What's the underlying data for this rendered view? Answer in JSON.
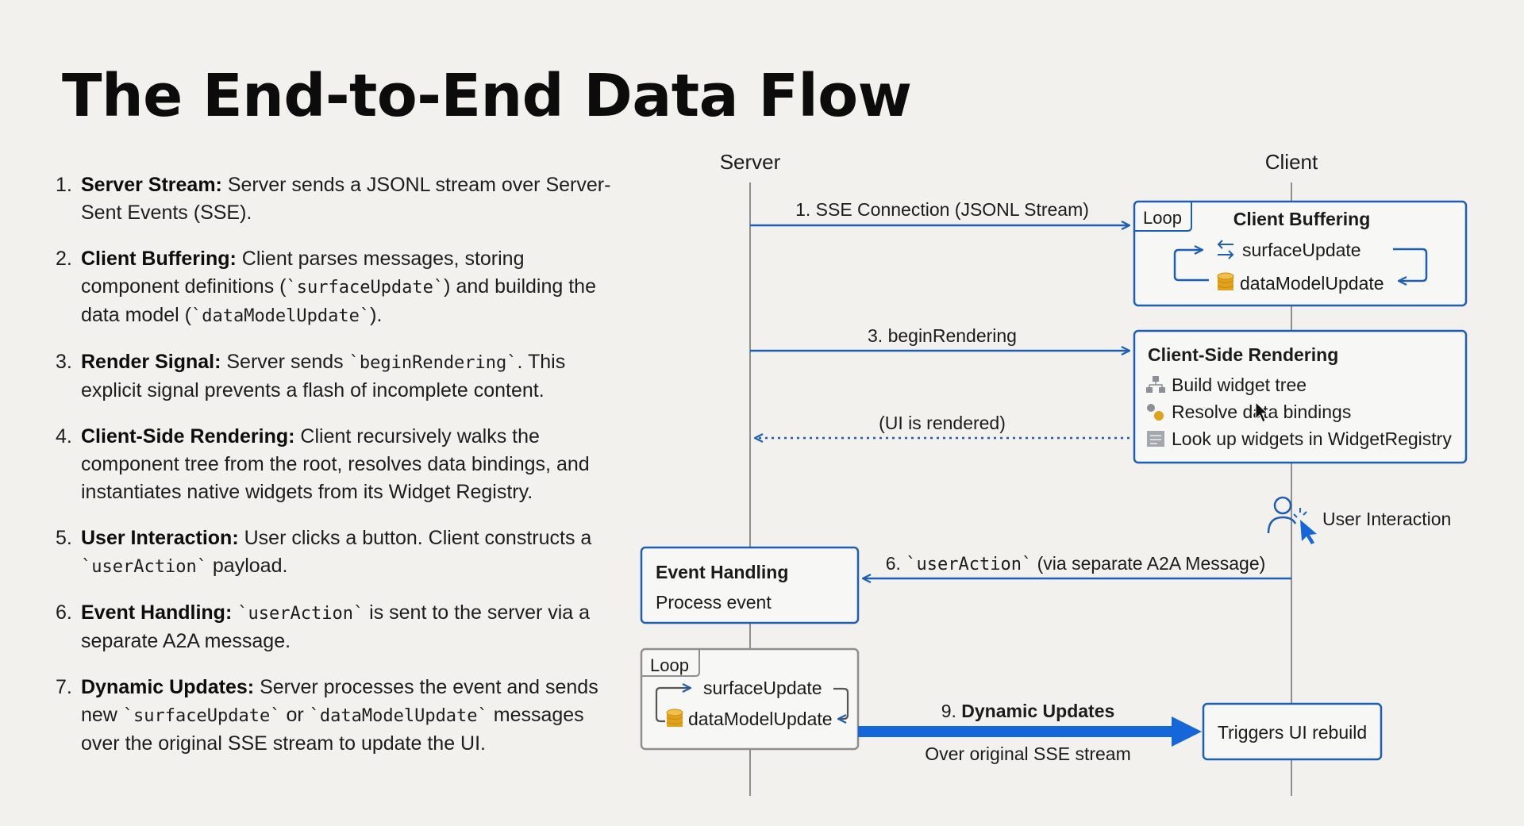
{
  "title": "The End-to-End Data Flow",
  "steps": [
    {
      "num": "1.",
      "parts": [
        {
          "t": "b",
          "v": "Server Stream:"
        },
        {
          "t": "x",
          "v": " Server sends a JSONL stream over Server-Sent Events (SSE)."
        }
      ]
    },
    {
      "num": "2.",
      "parts": [
        {
          "t": "b",
          "v": "Client Buffering:"
        },
        {
          "t": "x",
          "v": " Client parses messages, storing component definitions ("
        },
        {
          "t": "c",
          "v": "`surfaceUpdate`"
        },
        {
          "t": "x",
          "v": ") and building the data model ("
        },
        {
          "t": "c",
          "v": "`dataModelUpdate`"
        },
        {
          "t": "x",
          "v": ")."
        }
      ]
    },
    {
      "num": "3.",
      "parts": [
        {
          "t": "b",
          "v": "Render Signal:"
        },
        {
          "t": "x",
          "v": " Server sends "
        },
        {
          "t": "c",
          "v": "`beginRendering`"
        },
        {
          "t": "x",
          "v": ". This explicit signal prevents a flash of incomplete content."
        }
      ]
    },
    {
      "num": "4.",
      "parts": [
        {
          "t": "b",
          "v": "Client-Side Rendering:"
        },
        {
          "t": "x",
          "v": " Client recursively walks the component tree from the root, resolves data bindings, and instantiates native widgets from its Widget Registry."
        }
      ]
    },
    {
      "num": "5.",
      "parts": [
        {
          "t": "b",
          "v": "User Interaction:"
        },
        {
          "t": "x",
          "v": " User clicks a button. Client constructs a "
        },
        {
          "t": "c",
          "v": "`userAction`"
        },
        {
          "t": "x",
          "v": " payload."
        }
      ]
    },
    {
      "num": "6.",
      "parts": [
        {
          "t": "b",
          "v": "Event Handling:"
        },
        {
          "t": "x",
          "v": " "
        },
        {
          "t": "c",
          "v": "`userAction`"
        },
        {
          "t": "x",
          "v": " is sent to the server via a separate A2A message."
        }
      ]
    },
    {
      "num": "7.",
      "parts": [
        {
          "t": "b",
          "v": "Dynamic Updates:"
        },
        {
          "t": "x",
          "v": " Server processes the event and sends new "
        },
        {
          "t": "c",
          "v": "`surfaceUpdate`"
        },
        {
          "t": "x",
          "v": " or "
        },
        {
          "t": "c",
          "v": "`dataModelUpdate`"
        },
        {
          "t": "x",
          "v": " messages over the original SSE stream to update the UI."
        }
      ]
    }
  ],
  "diagram": {
    "server_label": "Server",
    "client_label": "Client",
    "msg_sse": "1. SSE Connection (JSONL Stream)",
    "msg_begin": "3. beginRendering",
    "msg_rendered": "(UI is rendered)",
    "msg_useraction_num": "6. ",
    "msg_useraction_code": "`userAction`",
    "msg_useraction_rest": " (via separate A2A Message)",
    "msg_dynamic_num": "9. ",
    "msg_dynamic_bold": "Dynamic Updates",
    "msg_dynamic_sub": "Over original SSE stream",
    "buffering": {
      "loop": "Loop",
      "title": "Client Buffering",
      "item1": "surfaceUpdate",
      "item2": "dataModelUpdate"
    },
    "rendering": {
      "title": "Client-Side Rendering",
      "item1": "Build widget tree",
      "item2": "Resolve data bindings",
      "item3": "Look up widgets in WidgetRegistry"
    },
    "user_interaction": "User Interaction",
    "event_handling": {
      "title": "Event Handling",
      "sub": "Process event"
    },
    "server_loop": {
      "loop": "Loop",
      "item1": "surfaceUpdate",
      "item2": "dataModelUpdate"
    },
    "rebuild": "Triggers UI rebuild",
    "colors": {
      "accent": "#1f5fb3",
      "bright": "#1566d8",
      "lifeline": "#8e8e8e",
      "db": "#e0a21a"
    }
  }
}
